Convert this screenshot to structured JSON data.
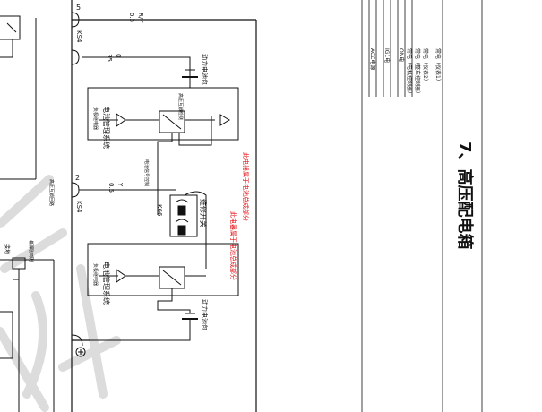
{
  "connectors": {
    "top": {
      "pin": "5",
      "code": "KS4",
      "wire": "R/Y",
      "gauge": "0.5"
    },
    "upper_ground": {
      "wire": "0",
      "gauge": "35"
    },
    "mid": {
      "pin": "2",
      "code": "KS4",
      "wire": "Y",
      "gauge": "0.5"
    },
    "mid_note": "高压互锁回路"
  },
  "upper_module": {
    "battery_label": "动力电池包",
    "relay_label": "电池管理系统",
    "relay_side": "负极继电器",
    "sensor_label": "高压互锁检测",
    "red_note": "此电器属于电池总成部分"
  },
  "lower_module": {
    "battery_label": "动力电池包",
    "relay_label": "电池管理系统",
    "relay_side": "负极继电器",
    "red_note": "此电器属于电池总成部分"
  },
  "switch": {
    "code": "K66",
    "label": "维修开关",
    "signal": "电池信号控制"
  },
  "legend_rows": [
    "常电（仪表1）",
    "常电（仪表2）",
    "常电（整车控制器）",
    "常电（电机控制器）",
    "ON电",
    "IG1电",
    "ACC电源"
  ],
  "section_title": "7、高压配电箱",
  "left_fragment": {
    "label": "电源管理",
    "ground_label": "接地"
  },
  "colors": {
    "red_text": "#e4161b",
    "line": "#111111",
    "watermark": "#d9d9d9"
  }
}
